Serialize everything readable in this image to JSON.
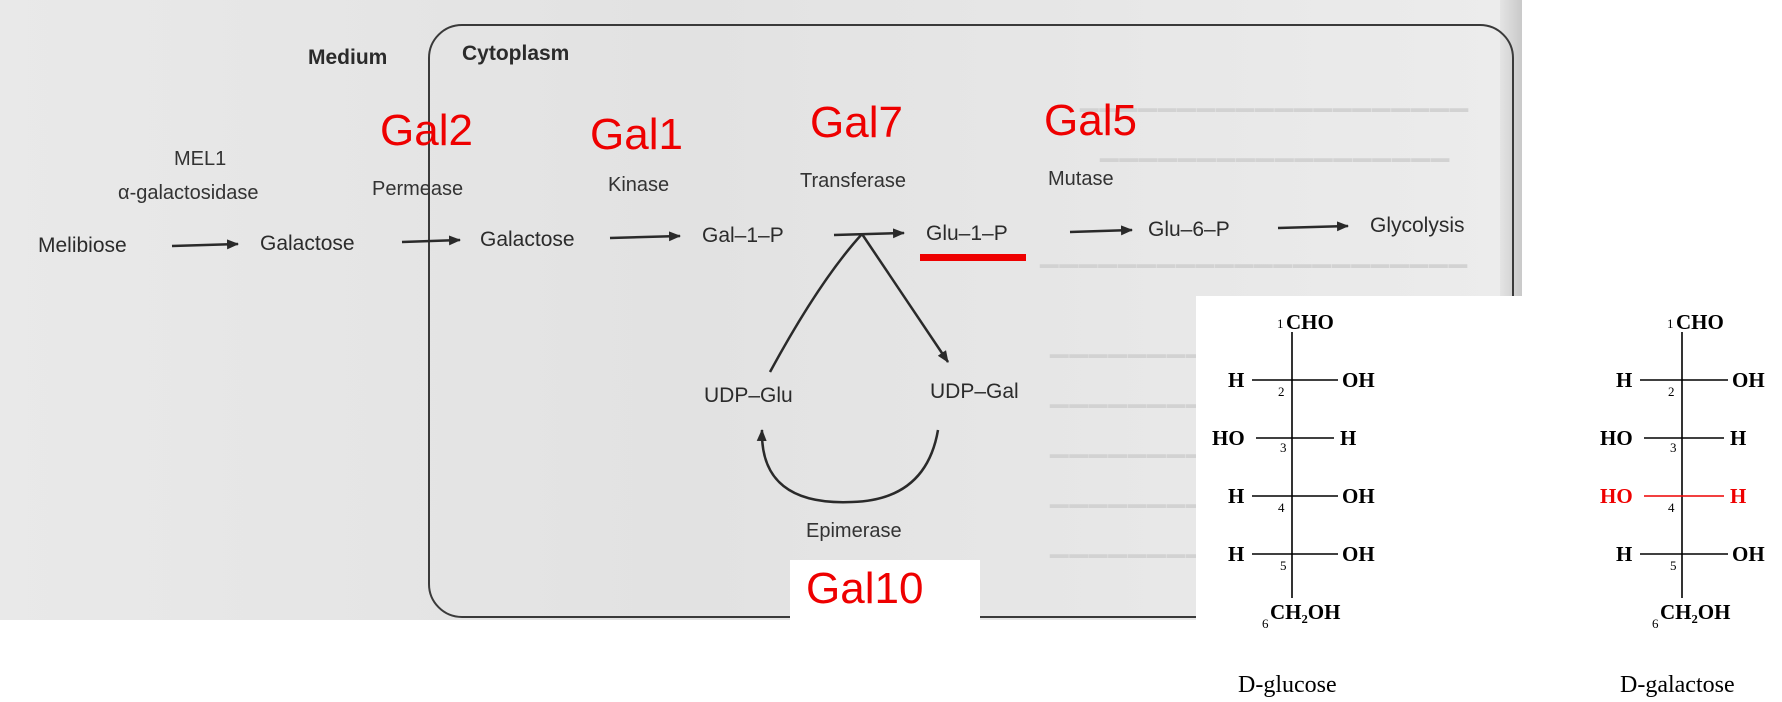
{
  "pathway": {
    "compartments": {
      "medium": "Medium",
      "cytoplasm": "Cytoplasm"
    },
    "genes": {
      "gal2": "Gal2",
      "gal1": "Gal1",
      "gal7": "Gal7",
      "gal5": "Gal5",
      "gal10": "Gal10"
    },
    "enzymes": {
      "mel1": "MEL1",
      "alpha_galactosidase": "α-galactosidase",
      "permease": "Permease",
      "kinase": "Kinase",
      "transferase": "Transferase",
      "mutase": "Mutase",
      "epimerase": "Epimerase"
    },
    "metabolites": {
      "melibiose": "Melibiose",
      "galactose_out": "Galactose",
      "galactose_in": "Galactose",
      "gal1p": "Gal–1–P",
      "glu1p": "Glu–1–P",
      "glu6p": "Glu–6–P",
      "glycolysis": "Glycolysis",
      "udp_glu": "UDP–Glu",
      "udp_gal": "UDP–Gal"
    },
    "highlight_color": "#ee0000"
  },
  "structures": [
    {
      "top": "CHO",
      "top_index": "1",
      "rows": [
        {
          "left": "H",
          "index": "2",
          "right": "OH"
        },
        {
          "left": "HO",
          "index": "3",
          "right": "H"
        },
        {
          "left": "H",
          "index": "4",
          "right": "OH"
        },
        {
          "left": "H",
          "index": "5",
          "right": "OH"
        }
      ],
      "bottom_index": "6",
      "bottom": "CH₂OH",
      "caption": "D-glucose"
    },
    {
      "top": "CHO",
      "top_index": "1",
      "rows": [
        {
          "left": "H",
          "index": "2",
          "right": "OH"
        },
        {
          "left": "HO",
          "index": "3",
          "right": "H"
        },
        {
          "left": "HO",
          "index": "4",
          "right": "H"
        },
        {
          "left": "H",
          "index": "5",
          "right": "OH"
        }
      ],
      "bottom_index": "6",
      "bottom": "CH₂OH",
      "caption": "D-galactose"
    }
  ]
}
